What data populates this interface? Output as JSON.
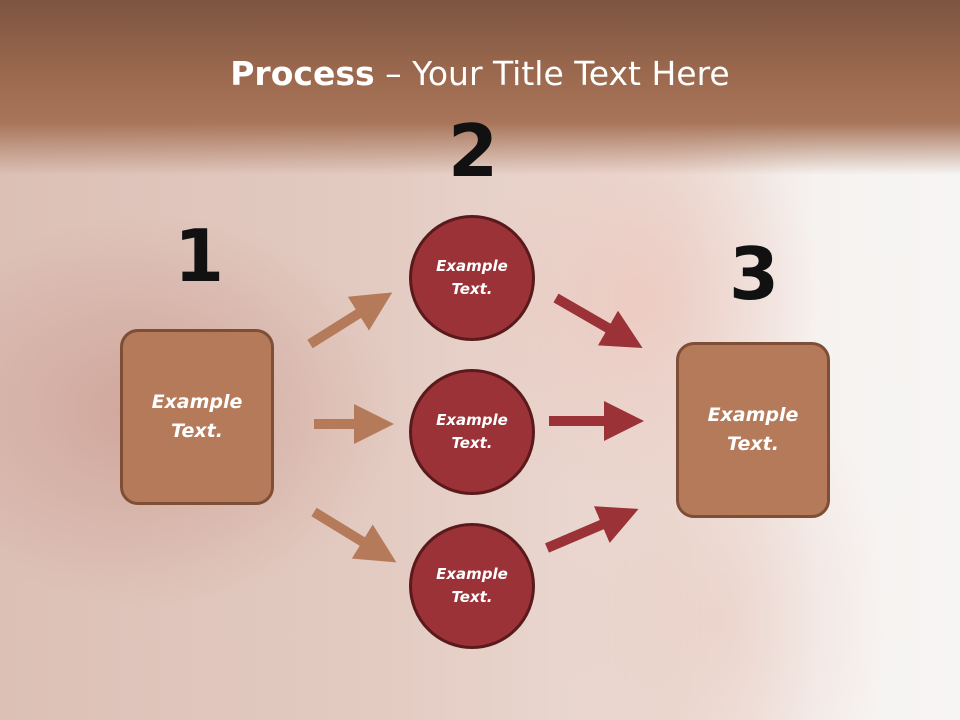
{
  "title": {
    "bold": "Process",
    "rest": " – Your Title Text Here"
  },
  "steps": [
    {
      "number": "1",
      "label": "Example Text."
    },
    {
      "number": "2",
      "labels": [
        "Example Text.",
        "Example Text.",
        "Example Text."
      ]
    },
    {
      "number": "3",
      "label": "Example Text."
    }
  ],
  "colors": {
    "title_band": "#9d6a4f",
    "box_fill": "#b47a5a",
    "box_border": "#7e4e36",
    "circle_fill": "#9b3237",
    "circle_border": "#5a1a1c",
    "arrow_in": "#b47a5a",
    "arrow_out": "#9b3237"
  }
}
